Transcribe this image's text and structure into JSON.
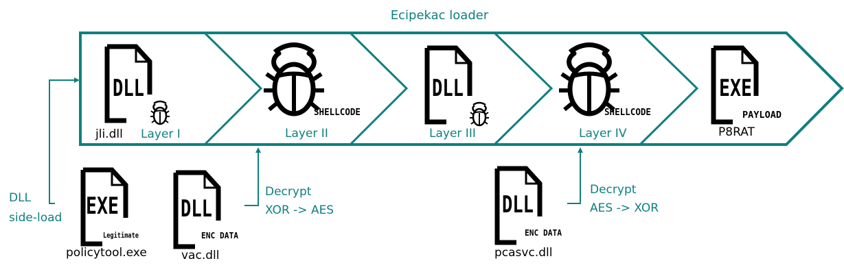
{
  "title": "Ecipekac loader",
  "colors": {
    "accent": "#0f7f7f",
    "icon": "#000000",
    "background": "#ffffff"
  },
  "stages": [
    {
      "file_type": "DLL",
      "icon": "dll-file-with-bug-icon",
      "file_name": "jli.dll",
      "layer": "Layer I"
    },
    {
      "file_type": "SHELLCODE",
      "icon": "bug-shellcode-icon",
      "file_name": "",
      "layer": "Layer II"
    },
    {
      "file_type": "DLL",
      "icon": "dll-file-with-bug-icon",
      "file_name": "",
      "layer": "Layer III"
    },
    {
      "file_type": "SHELLCODE",
      "icon": "bug-shellcode-icon",
      "file_name": "",
      "layer": "Layer IV"
    },
    {
      "file_type": "EXE",
      "sub_label": "PAYLOAD",
      "icon": "exe-file-icon",
      "file_name": "P8RAT",
      "layer": ""
    }
  ],
  "inputs": [
    {
      "file_type": "EXE",
      "sub_label": "Legitimate",
      "file_name": "policytool.exe"
    },
    {
      "file_type": "DLL",
      "sub_label": "ENC DATA",
      "file_name": "vac.dll"
    },
    {
      "file_type": "DLL",
      "sub_label": "ENC DATA",
      "file_name": "pcasvc.dll"
    }
  ],
  "arrows": {
    "sideload": {
      "line1": "DLL",
      "line2": "side-load"
    },
    "decrypt1": {
      "line1": "Decrypt",
      "line2": "XOR -> AES"
    },
    "decrypt2": {
      "line1": "Decrypt",
      "line2": "AES -> XOR"
    }
  },
  "icon_text": {
    "dll": "DLL",
    "exe": "EXE",
    "shellcode": "SHELLCODE"
  }
}
